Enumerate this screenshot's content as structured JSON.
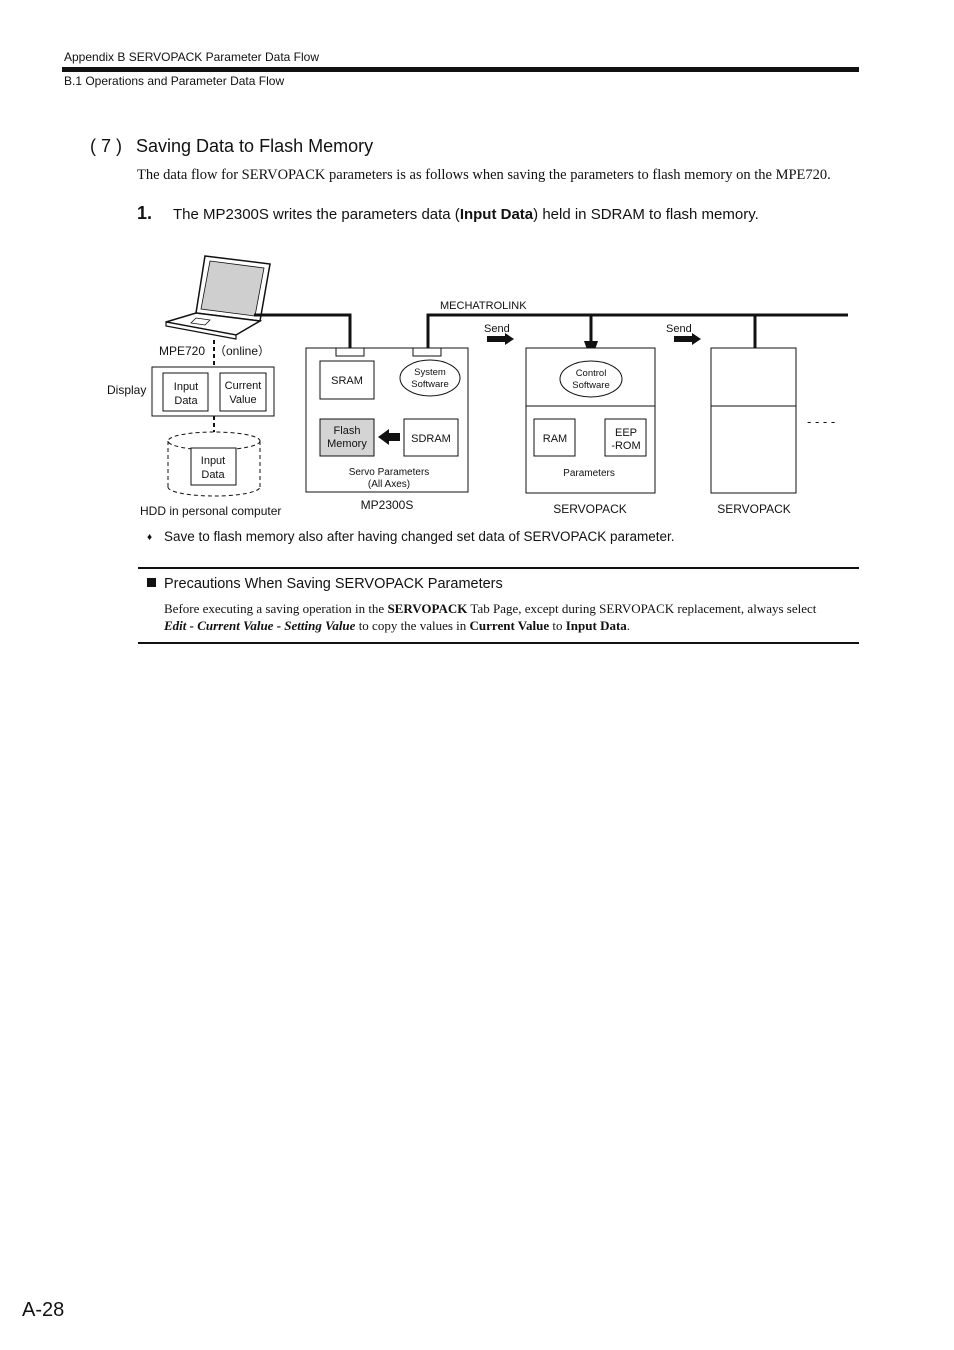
{
  "header": {
    "line1": "Appendix B  SERVOPACK Parameter Data Flow",
    "line2": "B.1  Operations and Parameter Data Flow"
  },
  "section": {
    "number": "( 7 )",
    "title": "Saving Data to Flash Memory",
    "intro": "The data flow for SERVOPACK parameters is as follows when saving the parameters to flash memory on the MPE720."
  },
  "step": {
    "number": "1.",
    "text_before": "The MP2300S writes the parameters data (",
    "text_bold": "Input Data",
    "text_after": ") held in SDRAM to flash memory."
  },
  "diagram": {
    "mechatrolink": "MECHATROLINK",
    "send1": "Send",
    "send2": "Send",
    "mpe720": "MPE720",
    "online": "（online）",
    "display": "Display",
    "input_data_l1": "Input",
    "input_data_l2": "Data",
    "current_value_l1": "Current",
    "current_value_l2": "Value",
    "hdd_input_l1": "Input",
    "hdd_input_l2": "Data",
    "hdd_label": "HDD in personal computer",
    "sram": "SRAM",
    "system_software_l1": "System",
    "system_software_l2": "Software",
    "flash_memory_l1": "Flash",
    "flash_memory_l2": "Memory",
    "sdram": "SDRAM",
    "servo_params_l1": "Servo Parameters",
    "servo_params_l2": "(All Axes)",
    "mp2300s": "MP2300S",
    "control_software_l1": "Control",
    "control_software_l2": "Software",
    "ram": "RAM",
    "eeprom_l1": "EEP",
    "eeprom_l2": "-ROM",
    "parameters": "Parameters",
    "servopack1": "SERVOPACK",
    "servopack2": "SERVOPACK",
    "continuation": "- - - -"
  },
  "note": {
    "bullet": "♦",
    "text": "Save to flash memory also after having changed set data of SERVOPACK parameter."
  },
  "precautions": {
    "heading": "Precautions When Saving SERVOPACK Parameters",
    "p1": "Before executing a saving operation in the ",
    "b1": "SERVOPACK",
    "p2": " Tab Page, except during SERVOPACK replacement, always select",
    "bi1": "Edit - Current Value - Setting Value",
    "p3": " to copy the values in ",
    "b2": "Current Value",
    "p4": " to ",
    "b3": "Input Data",
    "p5": "."
  },
  "page_number": "A-28"
}
